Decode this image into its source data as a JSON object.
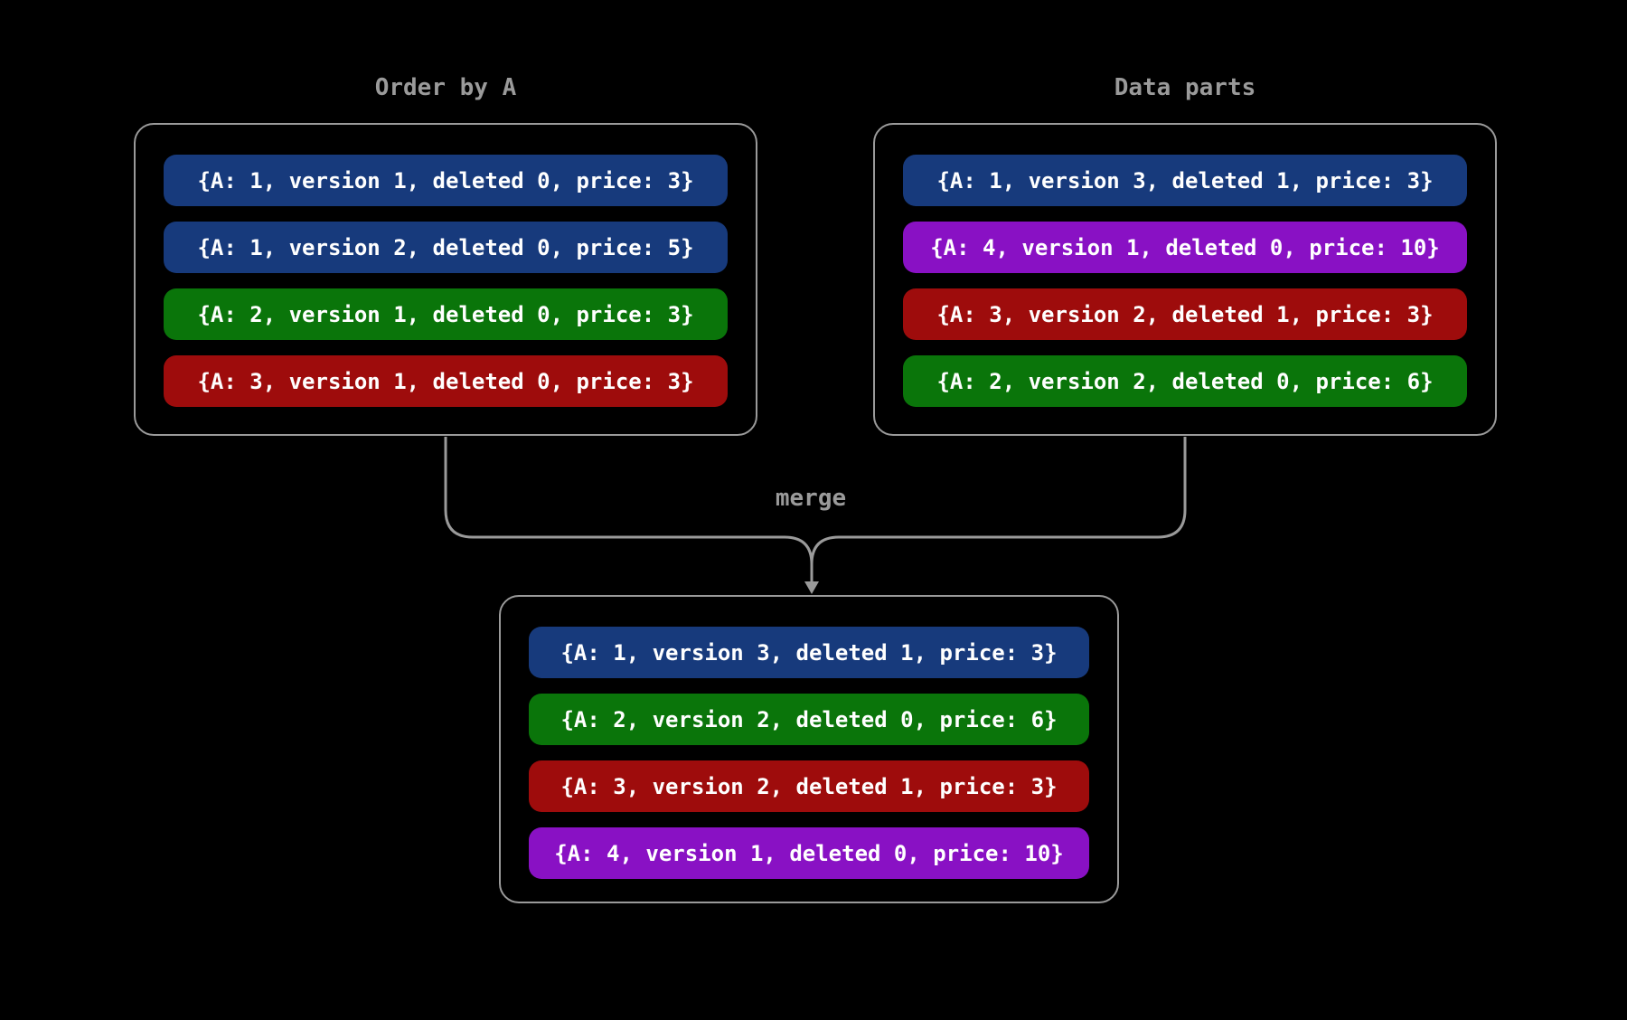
{
  "colors": {
    "blue": "#173a7c",
    "green": "#0a750a",
    "red": "#9e0c0c",
    "purple": "#8911c4",
    "line": "#9a9a9a",
    "title": "#9a9a9a",
    "text": "#ffffff",
    "background": "#000000"
  },
  "connector": {
    "label": "merge"
  },
  "left_panel": {
    "title": "Order by A",
    "rows": [
      {
        "text": "{A: 1, version 1, deleted 0, price: 3}",
        "color": "blue"
      },
      {
        "text": "{A: 1, version 2, deleted 0, price: 5}",
        "color": "blue"
      },
      {
        "text": "{A: 2, version 1, deleted 0, price: 3}",
        "color": "green"
      },
      {
        "text": "{A: 3, version 1, deleted 0, price: 3}",
        "color": "red"
      }
    ]
  },
  "right_panel": {
    "title": "Data parts",
    "rows": [
      {
        "text": "{A: 1, version 3, deleted 1, price: 3}",
        "color": "blue"
      },
      {
        "text": "{A: 4, version 1, deleted 0, price: 10}",
        "color": "purple"
      },
      {
        "text": "{A: 3, version 2, deleted 1, price: 3}",
        "color": "red"
      },
      {
        "text": "{A: 2, version 2, deleted 0, price: 6}",
        "color": "green"
      }
    ]
  },
  "merged_panel": {
    "rows": [
      {
        "text": "{A: 1, version 3, deleted 1, price: 3}",
        "color": "blue"
      },
      {
        "text": "{A: 2, version 2, deleted 0, price: 6}",
        "color": "green"
      },
      {
        "text": "{A: 3, version 2, deleted 1, price: 3}",
        "color": "red"
      },
      {
        "text": "{A: 4, version 1, deleted 0, price: 10}",
        "color": "purple"
      }
    ]
  }
}
